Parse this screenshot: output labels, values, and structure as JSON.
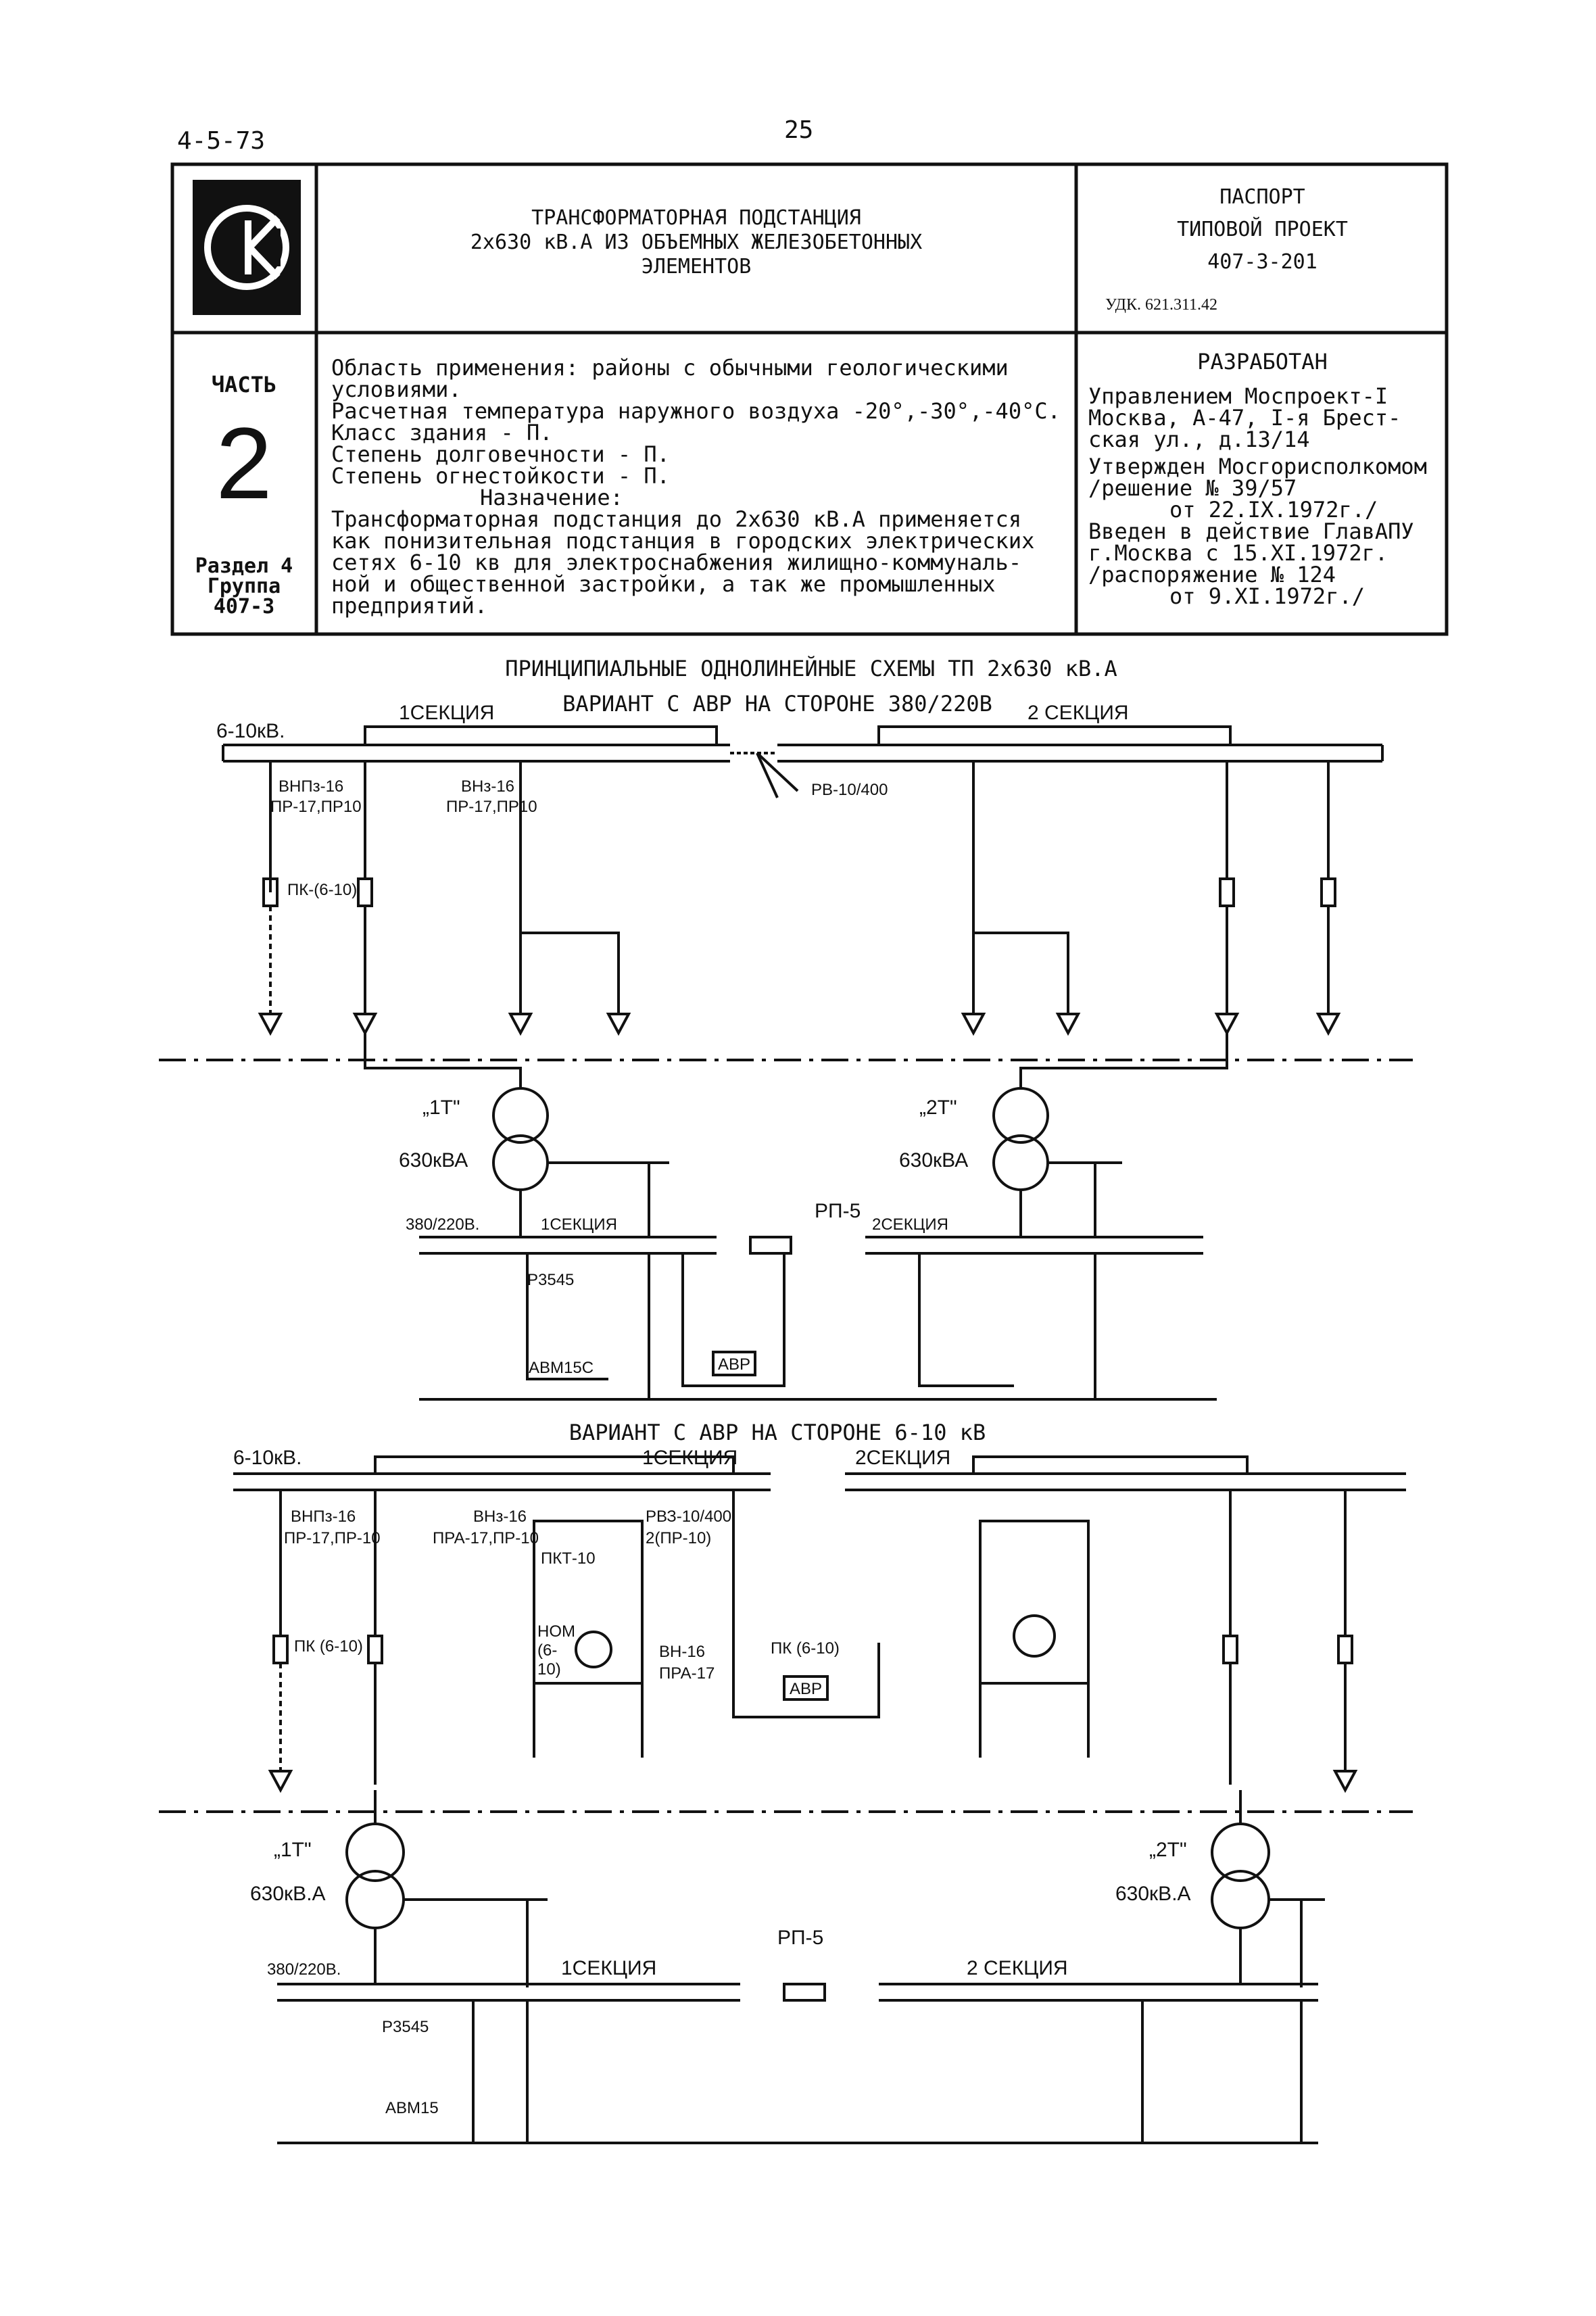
{
  "page": {
    "code": "4-5-73",
    "number": "25"
  },
  "header": {
    "logo_letters": "СК",
    "title_lines": [
      "ТРАНСФОРМАТОРНАЯ ПОДСТАНЦИЯ",
      "2х630 кВ.А ИЗ ОБЪЕМНЫХ ЖЕЛЕЗОБЕТОННЫХ",
      "ЭЛЕМЕНТОВ"
    ],
    "passport_lines": [
      "ПАСПОРТ",
      "ТИПОВОЙ ПРОЕКТ",
      "407-3-201"
    ],
    "udk": "УДК. 621.311.42"
  },
  "left_panel": {
    "part_label": "ЧАСТЬ",
    "part_number": "2",
    "section_lines": [
      "Раздел 4",
      "Группа",
      "407-3"
    ]
  },
  "description": {
    "lines": [
      "Область применения: районы с обычными геологическими",
      "условиями.",
      "Расчетная температура наружного воздуха -20°,-30°,-40°С.",
      "Класс здания - П.",
      "Степень долговечности - П.",
      "Степень огнестойкости - П.",
      "Назначение:",
      "Трансформаторная подстанция до 2х630 кВ.А применяется",
      "как понизительная подстанция в городских электрических",
      "сетях 6-10 кв для электроснабжения жилищно-коммуналь-",
      "ной и общественной застройки, а так же промышленных",
      "предприятий."
    ]
  },
  "developer": {
    "heading": "РАЗРАБОТАН",
    "lines": [
      "Управлением Моспроект-I",
      "Москва, А-47, I-я Брест-",
      "ская ул., д.13/14",
      "Утвержден Мосгорисполкомом",
      "/решение № 39/57",
      "от 22.IX.1972г./",
      "Введен в действие ГлавАПУ",
      "г.Москва с 15.XI.1972г.",
      "/распоряжение № 124",
      "от 9.XI.1972г./"
    ]
  },
  "diagram": {
    "title": "ПРИНЦИПИАЛЬНЫЕ ОДНОЛИНЕЙНЫЕ СХЕМЫ ТП 2х630 кВ.А",
    "variant1": {
      "title": "ВАРИАНТ С АВР НА СТОРОНЕ 380/220В",
      "hv_voltage": "6-10кВ.",
      "section1": "1СЕКЦИЯ",
      "section2": "2 СЕКЦИЯ",
      "breaker_left": "ВНПз-16",
      "fuse_left": "ПР-17,ПР10",
      "breaker_mid": "ВНз-16",
      "fuse_mid": "ПР-17,ПР10",
      "disconnector": "РВ-10/400",
      "fuse_type": "ПК-(6-10)",
      "t1": "„1Т\"",
      "t2": "„2Т\"",
      "t1_power": "630кВА",
      "t2_power": "630кВА",
      "lv_voltage": "380/220В.",
      "lv_section1": "1СЕКЦИЯ",
      "lv_section2": "2СЕКЦИЯ",
      "switch_rp": "РП-5",
      "relay": "Р3545",
      "auto_breaker": "АВМ15С",
      "avr": "АВР"
    },
    "variant2": {
      "title": "ВАРИАНТ С АВР НА СТОРОНЕ 6-10 кВ",
      "hv_voltage": "6-10кВ.",
      "section1": "1СЕКЦИЯ",
      "section2": "2СЕКЦИЯ",
      "breaker_left": "ВНПз-16",
      "fuse_left": "ПР-17,ПР-10",
      "breaker_mid": "ВНз-16",
      "fuse_mid": "ПРА-17,ПР-10",
      "vt_fuse": "ПКТ-10",
      "vt": "НОМ (6-10)",
      "disconnector": "РВЗ-10/400",
      "drive": "2(ПР-10)",
      "load_breaker": "ВН-16",
      "load_drive": "ПРА-17",
      "fuse_type_left": "ПК (6-10)",
      "fuse_type_right": "ПК (6-10)",
      "avr": "АВР",
      "t1": "„1Т\"",
      "t2": "„2Т\"",
      "t1_power": "630кВ.А",
      "t2_power": "630кВ.А",
      "lv_voltage": "380/220В.",
      "lv_section1": "1СЕКЦИЯ",
      "lv_section2": "2 СЕКЦИЯ",
      "switch_rp": "РП-5",
      "relay": "Р3545",
      "auto_breaker": "АВМ15"
    }
  }
}
